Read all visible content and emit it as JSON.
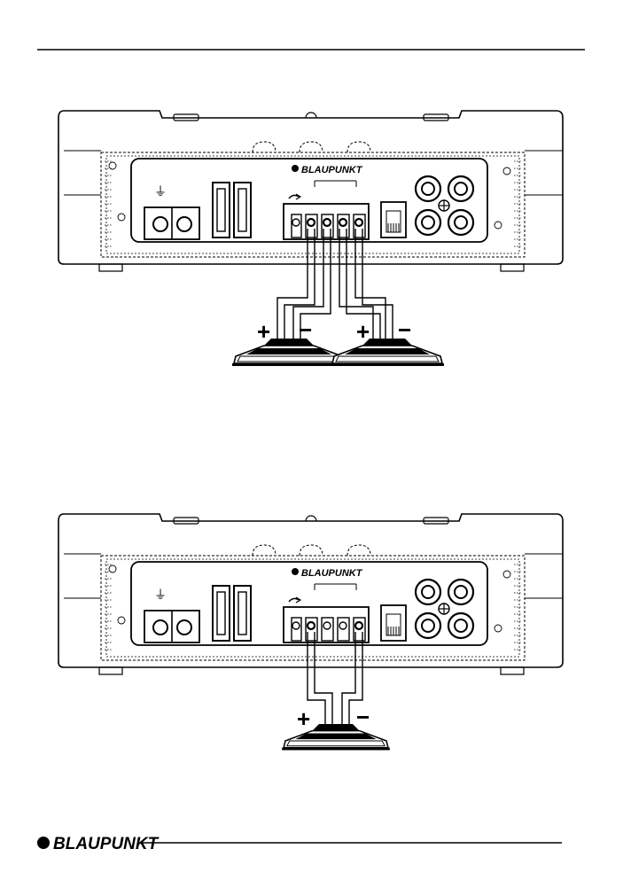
{
  "brand_name": "BLAUPUNKT",
  "footer": {
    "logo_text": "BLAUPUNKT"
  },
  "diagrams": [
    {
      "amp_brand": "BLAUPUNKT",
      "ground_symbol": "⏚",
      "speakers": [
        {
          "plus_label": "+",
          "minus_label": "−"
        },
        {
          "plus_label": "+",
          "minus_label": "−"
        }
      ]
    },
    {
      "amp_brand": "BLAUPUNKT",
      "ground_symbol": "⏚",
      "speakers": [
        {
          "plus_label": "+",
          "minus_label": "−"
        }
      ]
    }
  ]
}
